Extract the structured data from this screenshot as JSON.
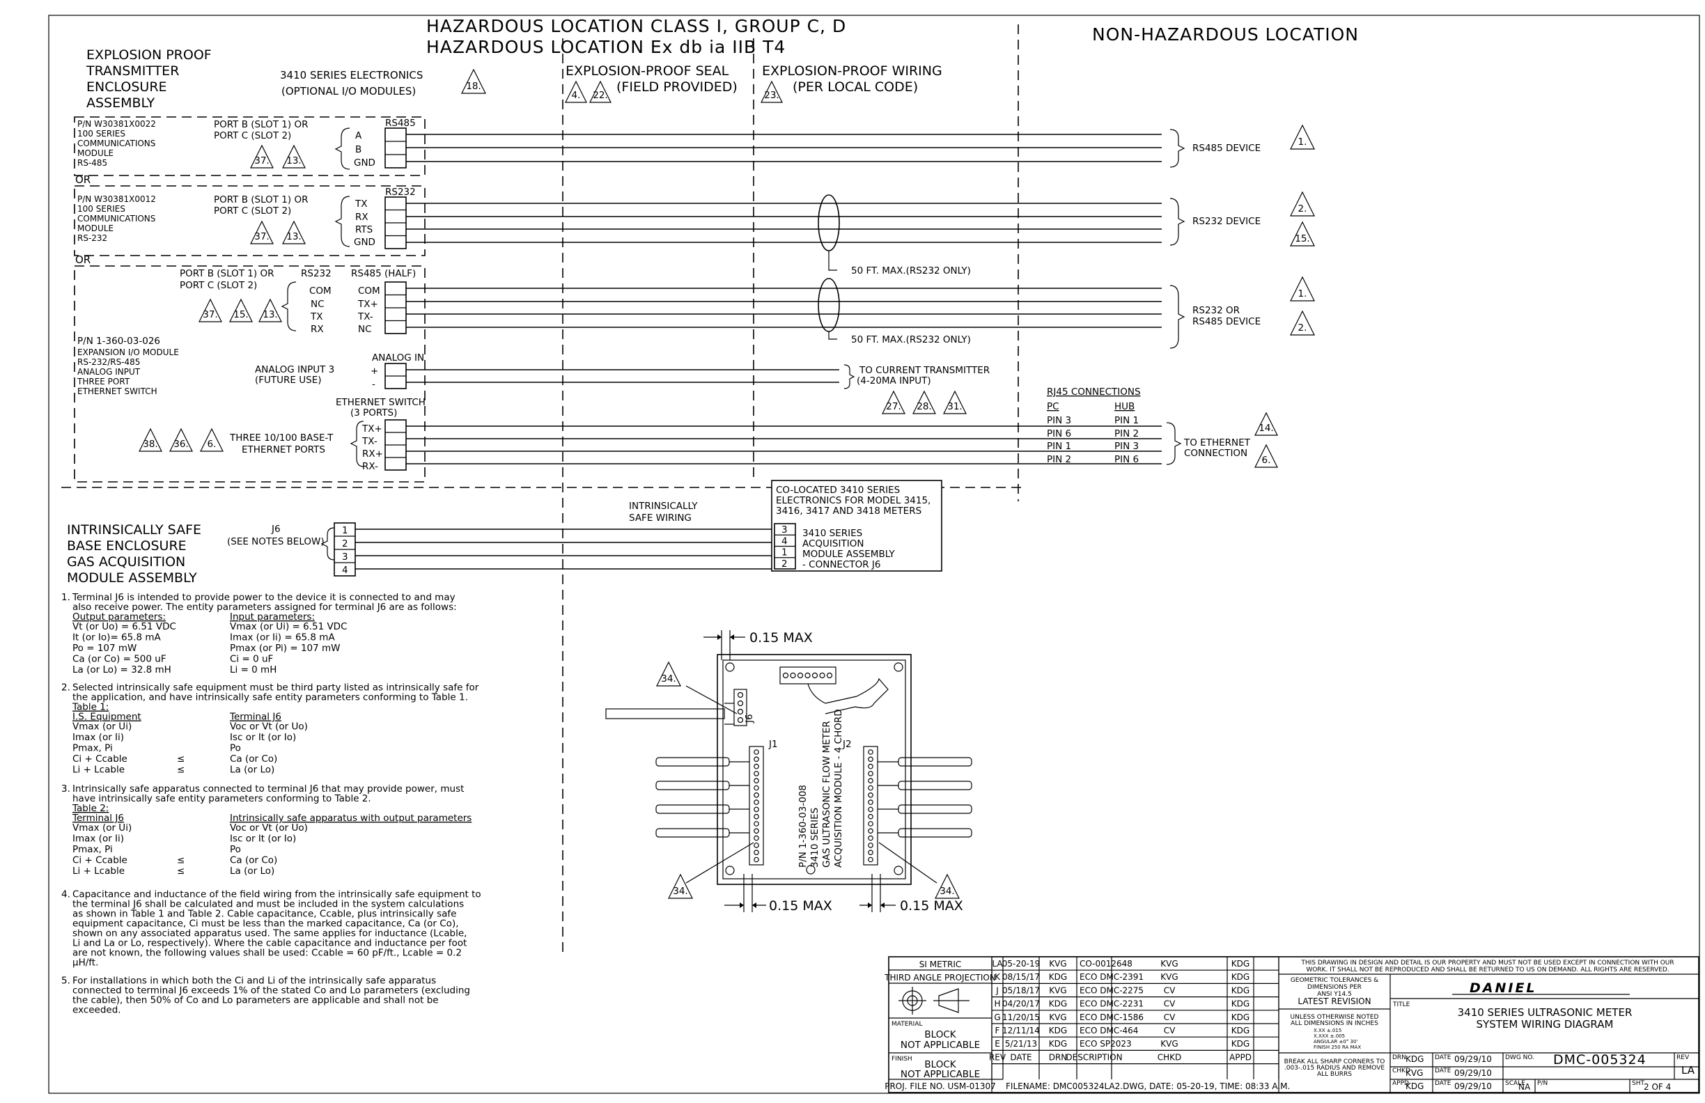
{
  "header": {
    "hazard_line1": "HAZARDOUS  LOCATION  CLASS  I,  GROUP  C,  D",
    "hazard_line2": "HAZARDOUS  LOCATION  Ex  db  ia  IIB  T4",
    "non_hazard": "NON-HAZARDOUS  LOCATION",
    "explosion_proof_title": [
      "EXPLOSION  PROOF",
      "TRANSMITTER",
      "ENCLOSURE",
      "ASSEMBLY"
    ],
    "series_electronics": [
      "3410  SERIES  ELECTRONICS",
      "(OPTIONAL  I/O  MODULES)"
    ],
    "seal": [
      "EXPLOSION-PROOF  SEAL",
      "(FIELD  PROVIDED)"
    ],
    "wiring": [
      "EXPLOSION-PROOF  WIRING",
      "(PER  LOCAL  CODE)"
    ],
    "tri_18": "18.",
    "tri_4": "4.",
    "tri_22": "22.",
    "tri_23": "23."
  },
  "module_rs485": {
    "desc": [
      "P/N  W30381X0022",
      "100  SERIES",
      "COMMUNICATIONS",
      "MODULE",
      "RS-485"
    ],
    "port": [
      "PORT  B  (SLOT  1)  OR",
      "PORT  C  (SLOT  2)"
    ],
    "terminal_title": "RS485",
    "terminals": [
      "A",
      "B",
      "GND"
    ],
    "triangles": [
      "37.",
      "13."
    ],
    "device": "RS485  DEVICE",
    "device_tri": "1."
  },
  "or1": "OR",
  "module_rs232": {
    "desc": [
      "P/N  W30381X0012",
      "100  SERIES",
      "COMMUNICATIONS",
      "MODULE",
      "RS-232"
    ],
    "port": [
      "PORT  B  (SLOT  1)  OR",
      "PORT  C  (SLOT  2)"
    ],
    "terminal_title": "RS232",
    "terminals": [
      "TX",
      "RX",
      "RTS",
      "GND"
    ],
    "triangles": [
      "37.",
      "13."
    ],
    "device": "RS232  DEVICE",
    "device_tris": [
      "2.",
      "15."
    ],
    "max_note": "50  FT.  MAX.(RS232  ONLY)"
  },
  "or2": "OR",
  "module_expansion": {
    "port": [
      "PORT  B  (SLOT  1)  OR",
      "PORT  C  (SLOT  2)"
    ],
    "col_rs232": "RS232",
    "col_rs485": "RS485 (HALF)",
    "rs232_terms": [
      "COM",
      "NC",
      "TX",
      "RX"
    ],
    "rs485_terms": [
      "COM",
      "TX+",
      "TX-",
      "NC"
    ],
    "triangles": [
      "37.",
      "15.",
      "13."
    ],
    "desc": [
      "P/N  1-360-03-026",
      "EXPANSION  I/O  MODULE",
      "RS-232/RS-485",
      "ANALOG  INPUT",
      "THREE  PORT",
      "ETHERNET  SWITCH"
    ],
    "max_note": "50  FT.  MAX.(RS232  ONLY)",
    "device": [
      "RS232  OR",
      "RS485  DEVICE"
    ],
    "device_tris": [
      "1.",
      "2."
    ],
    "analog_label": [
      "ANALOG  INPUT  3",
      "(FUTURE  USE)"
    ],
    "analog_title": "ANALOG  IN",
    "analog_terms": [
      "+",
      "-"
    ],
    "analog_dest": [
      "TO  CURRENT  TRANSMITTER",
      "(4-20MA  INPUT)"
    ],
    "eth_title": [
      "ETHERNET  SWITCH",
      "(3  PORTS)"
    ],
    "eth_label": [
      "THREE  10/100  BASE-T",
      "ETHERNET  PORTS"
    ],
    "eth_terms": [
      "TX+",
      "TX-",
      "RX+",
      "RX-"
    ],
    "eth_tris": [
      "38.",
      "36.",
      "6."
    ],
    "mid_tris": [
      "27.",
      "28.",
      "31."
    ],
    "rj45_title": "RJ45  CONNECTIONS",
    "rj45_pc": "PC",
    "rj45_hub": "HUB",
    "rj45_rows": [
      [
        "PIN  3",
        "PIN  1"
      ],
      [
        "PIN  6",
        "PIN  2"
      ],
      [
        "PIN  1",
        "PIN  3"
      ],
      [
        "PIN  2",
        "PIN  6"
      ]
    ],
    "eth_dest": [
      "TO  ETHERNET",
      "CONNECTION"
    ],
    "eth_dest_tris": [
      "14.",
      "6."
    ]
  },
  "is_section": {
    "title": [
      "INTRINSICALLY  SAFE",
      "BASE  ENCLOSURE",
      "GAS  ACQUISITION",
      "MODULE  ASSEMBLY"
    ],
    "j6": [
      "J6",
      "(SEE  NOTES  BELOW)"
    ],
    "j6_terms": [
      "1",
      "2",
      "3",
      "4"
    ],
    "wiring": [
      "INTRINSICALLY",
      "SAFE  WIRING"
    ],
    "colocated": [
      "CO-LOCATED  3410  SERIES",
      "ELECTRONICS  FOR  MODEL  3415,",
      "3416,  3417  AND  3418  METERS"
    ],
    "acq_terms": [
      "3",
      "4",
      "1",
      "2"
    ],
    "acq_desc": [
      "3410  SERIES",
      "ACQUISITION",
      "MODULE  ASSEMBLY",
      "-  CONNECTOR  J6"
    ]
  },
  "board": {
    "max_top": "0.15  MAX",
    "max_left": "0.15  MAX",
    "max_right": "0.15  MAX",
    "tri": "34.",
    "j6": "J6",
    "j1": "J1",
    "j2": "J2",
    "label": [
      "P/N  1-360-03-008",
      "3410  SERIES",
      "GAS  ULTRASONIC  FLOW  METER",
      "ACQUISITION  MODULE  -  4  CHORD"
    ]
  },
  "notes": [
    {
      "num": "1.",
      "lines": [
        "Terminal  J6  is  intended  to  provide  power  to  the  device  it  is  connected  to  and  may",
        "also  receive  power.  The  entity  parameters  assigned  for  terminal  J6  are  as  follows:"
      ]
    },
    {
      "num": "2.",
      "lines": [
        "Selected  intrinsically  safe  equipment  must  be  third  party  listed  as  intrinsically  safe  for",
        "the  application,  and  have  intrinsically  safe  entity  parameters  conforming  to  Table  1."
      ]
    },
    {
      "num": "3.",
      "lines": [
        "Intrinsically  safe  apparatus  connected  to  terminal  J6  that  may  provide  power,  must",
        "have  intrinsically  safe  entity  parameters  conforming  to  Table  2."
      ]
    },
    {
      "num": "4.",
      "lines": [
        "Capacitance  and  inductance  of  the  field  wiring  from  the  intrinsically  safe  equipment  to",
        "the  terminal  J6  shall  be  calculated  and  must  be  included  in  the  system  calculations",
        "as  shown  in  Table  1  and  Table  2.   Cable  capacitance,  Ccable,  plus  intrinsically  safe",
        "equipment  capacitance,  Ci  must  be  less  than  the  marked  capacitance,  Ca  (or  Co),",
        "shown  on  any  associated  apparatus  used.   The  same  applies  for  inductance  (Lcable,",
        "Li  and  La  or  Lo,  respectively).  Where  the  cable  capacitance  and  inductance  per  foot",
        "are  not  known,  the  following  values  shall  be  used:  Ccable  =  60  pF/ft.,  Lcable  =  0.2",
        "µH/ft."
      ]
    },
    {
      "num": "5.",
      "lines": [
        "For  installations  in  which  both  the  Ci  and  Li  of  the  intrinsically  safe  apparatus",
        "connected  to  terminal  J6  exceeds  1%  of  the  stated  Co  and  Lo  parameters  (excluding",
        "the  cable),  then  50%  of  Co  and  Lo  parameters  are  applicable  and  shall  not  be",
        "exceeded."
      ]
    }
  ],
  "note1_params": {
    "out_head": "Output  parameters:",
    "in_head": "Input  parameters:",
    "rows": [
      [
        "Vt  (or  Uo)  =  6.51  VDC",
        "Vmax  (or  Ui)  =  6.51  VDC"
      ],
      [
        "It  (or  Io)=  65.8  mA",
        "Imax  (or  Ii)  =  65.8  mA"
      ],
      [
        "Po  =  107  mW",
        "Pmax  (or  Pi)  =  107  mW"
      ],
      [
        "Ca  (or  Co)  =  500  uF",
        "Ci  =  0  uF"
      ],
      [
        "La  (or  Lo)  =  32.8  mH",
        "Li  =  0  mH"
      ]
    ]
  },
  "table1": {
    "title": "Table  1:",
    "col1": "I.S.  Equipment",
    "col3": "Terminal  J6",
    "rows": [
      [
        "Vmax  (or  Ui)",
        "",
        "Voc  or  Vt  (or  Uo)"
      ],
      [
        "Imax  (or  Ii)",
        "",
        "Isc  or  It  (or  Io)"
      ],
      [
        "Pmax,  Pi",
        "",
        "Po"
      ],
      [
        "Ci  +  Ccable",
        "≤",
        "Ca  (or  Co)"
      ],
      [
        "Li  +  Lcable",
        "≤",
        "La  (or  Lo)"
      ]
    ]
  },
  "table2": {
    "title": "Table  2:",
    "col1": "Terminal  J6",
    "col3": "Intrinsically  safe  apparatus  with  output  parameters",
    "rows": [
      [
        "Vmax  (or  Ui)",
        "",
        "Voc  or  Vt  (or  Uo)"
      ],
      [
        "Imax  (or  Ii)",
        "",
        "Isc  or  It  (or  Io)"
      ],
      [
        "Pmax,  Pi",
        "",
        "Po"
      ],
      [
        "Ci  +  Ccable",
        "≤",
        "Ca  (or  Co)"
      ],
      [
        "Li  +  Lcable",
        "≤",
        "La  (or  Lo)"
      ]
    ]
  },
  "title_block": {
    "si_metric": "SI  METRIC",
    "projection": "THIRD  ANGLE  PROJECTION",
    "material_label": "MATERIAL",
    "material": [
      "BLOCK",
      "NOT  APPLICABLE"
    ],
    "finish_label": "FINISH",
    "finish": [
      "BLOCK",
      "NOT  APPLICABLE"
    ],
    "proj_file": "PROJ.  FILE  NO.  USM-01307",
    "revisions": [
      [
        "LA",
        "05-20-19",
        "KVG",
        "CO-0012648",
        "KVG",
        "KDG"
      ],
      [
        "K",
        "08/15/17",
        "KDG",
        "ECO  DMC-2391",
        "KVG",
        "KDG"
      ],
      [
        "J",
        "05/18/17",
        "KVG",
        "ECO  DMC-2275",
        "CV",
        "KDG"
      ],
      [
        "H",
        "04/20/17",
        "KDG",
        "ECO  DMC-2231",
        "CV",
        "KDG"
      ],
      [
        "G",
        "11/20/15",
        "KVG",
        "ECO  DMC-1586",
        "CV",
        "KDG"
      ],
      [
        "F",
        "12/11/14",
        "KDG",
        "ECO  DMC-464",
        "CV",
        "KDG"
      ],
      [
        "E",
        "5/21/13",
        "KDG",
        "ECO  SP2023",
        "KVG",
        "KDG"
      ]
    ],
    "rev_headers": [
      "REV",
      "DATE",
      "DRN",
      "DESCRIPTION",
      "CHKD",
      "APPD"
    ],
    "filename": "FILENAME:  DMC005324LA2.DWG,  DATE:  05-20-19,  TIME:  08:33  A.M.",
    "proprietary": [
      "THIS  DRAWING  IN  DESIGN  AND  DETAIL  IS  OUR  PROPERTY  AND  MUST  NOT  BE  USED  EXCEPT  IN  CONNECTION  WITH  OUR",
      "WORK.  IT  SHALL  NOT  BE  REPRODUCED  AND  SHALL  BE  RETURNED  TO  US  ON  DEMAND.  ALL  RIGHTS  ARE  RESERVED."
    ],
    "tolerances": [
      "GEOMETRIC  TOLERANCES  &",
      "DIMENSIONS  PER",
      "ANSI  Y14.5",
      "LATEST  REVISION"
    ],
    "unless": [
      "UNLESS  OTHERWISE  NOTED",
      "ALL  DIMENSIONS  IN  INCHES"
    ],
    "tol_vals": [
      "X.XX    ±.015",
      "X.XXX   ±.005",
      "ANGULAR  ±0° 30'",
      "FINISH    250  RA  MAX"
    ],
    "break_edges": [
      "BREAK  ALL  SHARP  CORNERS  TO",
      ".003-.015  RADIUS  AND  REMOVE",
      "ALL  BURRS"
    ],
    "company": "DANIEL",
    "title_label": "TITLE",
    "title": [
      "3410  SERIES  ULTRASONIC  METER",
      "SYSTEM  WIRING  DIAGRAM"
    ],
    "drn_label": "DRN",
    "drn": "KDG",
    "chkd_label": "CHKD",
    "chkd": "KVG",
    "appd_label": "APPD",
    "appd": "KDG",
    "date_label": "DATE",
    "date": "09/29/10",
    "dwg_no_label": "DWG  NO.",
    "dwg_no": "DMC-005324",
    "rev_label": "REV",
    "rev": "LA",
    "scale_label": "SCALE",
    "scale": "NA",
    "pn_label": "P/N",
    "sht_label": "SHT",
    "sheet": "2  OF  4"
  }
}
